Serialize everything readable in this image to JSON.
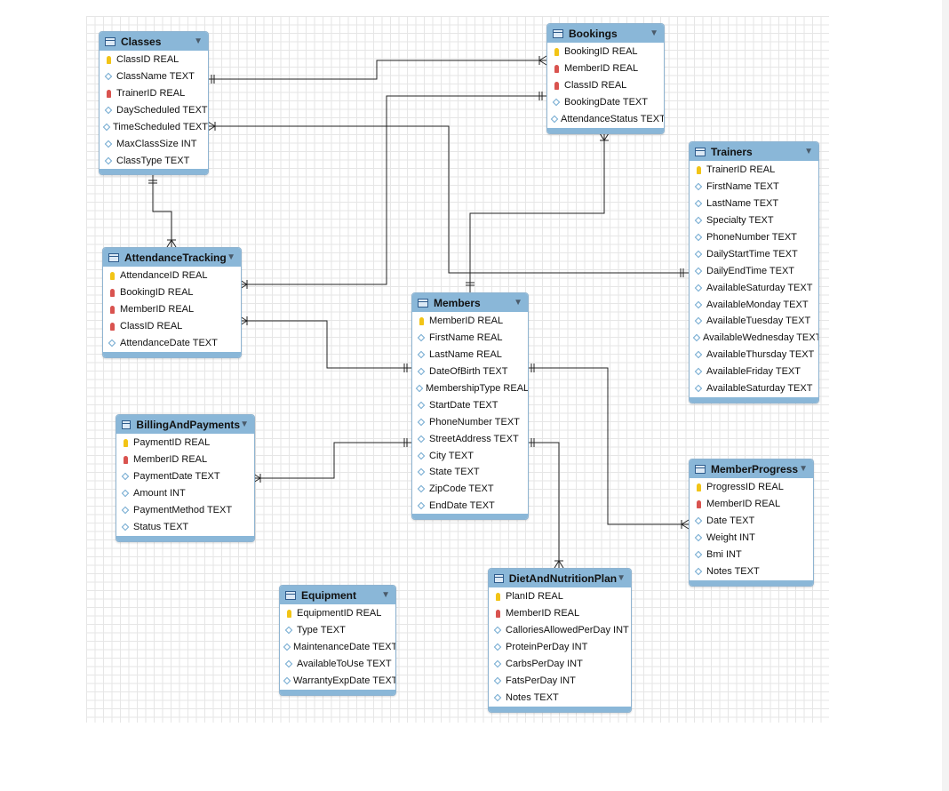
{
  "tables": {
    "classes": {
      "name": "Classes",
      "fields": [
        {
          "label": "ClassID REAL",
          "kind": "pk"
        },
        {
          "label": "ClassName TEXT",
          "kind": "col"
        },
        {
          "label": "TrainerID REAL",
          "kind": "fk"
        },
        {
          "label": "DayScheduled TEXT",
          "kind": "col"
        },
        {
          "label": "TimeScheduled TEXT",
          "kind": "col"
        },
        {
          "label": "MaxClassSize INT",
          "kind": "col"
        },
        {
          "label": "ClassType TEXT",
          "kind": "col"
        }
      ]
    },
    "bookings": {
      "name": "Bookings",
      "fields": [
        {
          "label": "BookingID REAL",
          "kind": "pk"
        },
        {
          "label": "MemberID REAL",
          "kind": "fk"
        },
        {
          "label": "ClassID REAL",
          "kind": "fk"
        },
        {
          "label": "BookingDate TEXT",
          "kind": "col"
        },
        {
          "label": "AttendanceStatus TEXT",
          "kind": "col"
        }
      ]
    },
    "trainers": {
      "name": "Trainers",
      "fields": [
        {
          "label": "TrainerID REAL",
          "kind": "pk"
        },
        {
          "label": "FirstName TEXT",
          "kind": "col"
        },
        {
          "label": "LastName TEXT",
          "kind": "col"
        },
        {
          "label": "Specialty TEXT",
          "kind": "col"
        },
        {
          "label": "PhoneNumber TEXT",
          "kind": "col"
        },
        {
          "label": "DailyStartTime TEXT",
          "kind": "col"
        },
        {
          "label": "DailyEndTime TEXT",
          "kind": "col"
        },
        {
          "label": "AvailableSaturday TEXT",
          "kind": "col"
        },
        {
          "label": "AvailableMonday TEXT",
          "kind": "col"
        },
        {
          "label": "AvailableTuesday TEXT",
          "kind": "col"
        },
        {
          "label": "AvailableWednesday TEXT",
          "kind": "col"
        },
        {
          "label": "AvailableThursday TEXT",
          "kind": "col"
        },
        {
          "label": "AvailableFriday TEXT",
          "kind": "col"
        },
        {
          "label": "AvailableSaturday TEXT",
          "kind": "col"
        }
      ]
    },
    "attendance": {
      "name": "AttendanceTracking",
      "fields": [
        {
          "label": "AttendanceID REAL",
          "kind": "pk"
        },
        {
          "label": "BookingID REAL",
          "kind": "fk"
        },
        {
          "label": "MemberID REAL",
          "kind": "fk"
        },
        {
          "label": "ClassID REAL",
          "kind": "fk"
        },
        {
          "label": "AttendanceDate TEXT",
          "kind": "col"
        }
      ]
    },
    "members": {
      "name": "Members",
      "fields": [
        {
          "label": "MemberID REAL",
          "kind": "pk"
        },
        {
          "label": "FirstName REAL",
          "kind": "col"
        },
        {
          "label": "LastName REAL",
          "kind": "col"
        },
        {
          "label": "DateOfBirth TEXT",
          "kind": "col"
        },
        {
          "label": "MembershipType REAL",
          "kind": "col"
        },
        {
          "label": "StartDate TEXT",
          "kind": "col"
        },
        {
          "label": "PhoneNumber TEXT",
          "kind": "col"
        },
        {
          "label": "StreetAddress TEXT",
          "kind": "col"
        },
        {
          "label": "City TEXT",
          "kind": "col"
        },
        {
          "label": "State TEXT",
          "kind": "col"
        },
        {
          "label": "ZipCode TEXT",
          "kind": "col"
        },
        {
          "label": "EndDate TEXT",
          "kind": "col"
        }
      ]
    },
    "billing": {
      "name": "BillingAndPayments",
      "fields": [
        {
          "label": "PaymentID REAL",
          "kind": "pk"
        },
        {
          "label": "MemberID REAL",
          "kind": "fk"
        },
        {
          "label": "PaymentDate TEXT",
          "kind": "col"
        },
        {
          "label": "Amount INT",
          "kind": "col"
        },
        {
          "label": "PaymentMethod TEXT",
          "kind": "col"
        },
        {
          "label": "Status TEXT",
          "kind": "col"
        }
      ]
    },
    "progress": {
      "name": "MemberProgress",
      "fields": [
        {
          "label": "ProgressID REAL",
          "kind": "pk"
        },
        {
          "label": "MemberID REAL",
          "kind": "fk"
        },
        {
          "label": "Date TEXT",
          "kind": "col"
        },
        {
          "label": "Weight INT",
          "kind": "col"
        },
        {
          "label": "Bmi INT",
          "kind": "col"
        },
        {
          "label": "Notes TEXT",
          "kind": "col"
        }
      ]
    },
    "equipment": {
      "name": "Equipment",
      "fields": [
        {
          "label": "EquipmentID REAL",
          "kind": "pk"
        },
        {
          "label": "Type TEXT",
          "kind": "col"
        },
        {
          "label": "MaintenanceDate TEXT",
          "kind": "col"
        },
        {
          "label": "AvailableToUse TEXT",
          "kind": "col"
        },
        {
          "label": "WarrantyExpDate TEXT",
          "kind": "col"
        }
      ]
    },
    "diet": {
      "name": "DietAndNutritionPlan",
      "fields": [
        {
          "label": "PlanID REAL",
          "kind": "pk"
        },
        {
          "label": "MemberID REAL",
          "kind": "fk"
        },
        {
          "label": "CalloriesAllowedPerDay INT",
          "kind": "col"
        },
        {
          "label": "ProteinPerDay INT",
          "kind": "col"
        },
        {
          "label": "CarbsPerDay INT",
          "kind": "col"
        },
        {
          "label": "FatsPerDay INT",
          "kind": "col"
        },
        {
          "label": "Notes TEXT",
          "kind": "col"
        }
      ]
    }
  },
  "colors": {
    "header": "#8ab7d8",
    "primary_key": "#f2c416",
    "foreign_key": "#d9534f",
    "column": "#6ea7cf",
    "line": "#222222"
  }
}
